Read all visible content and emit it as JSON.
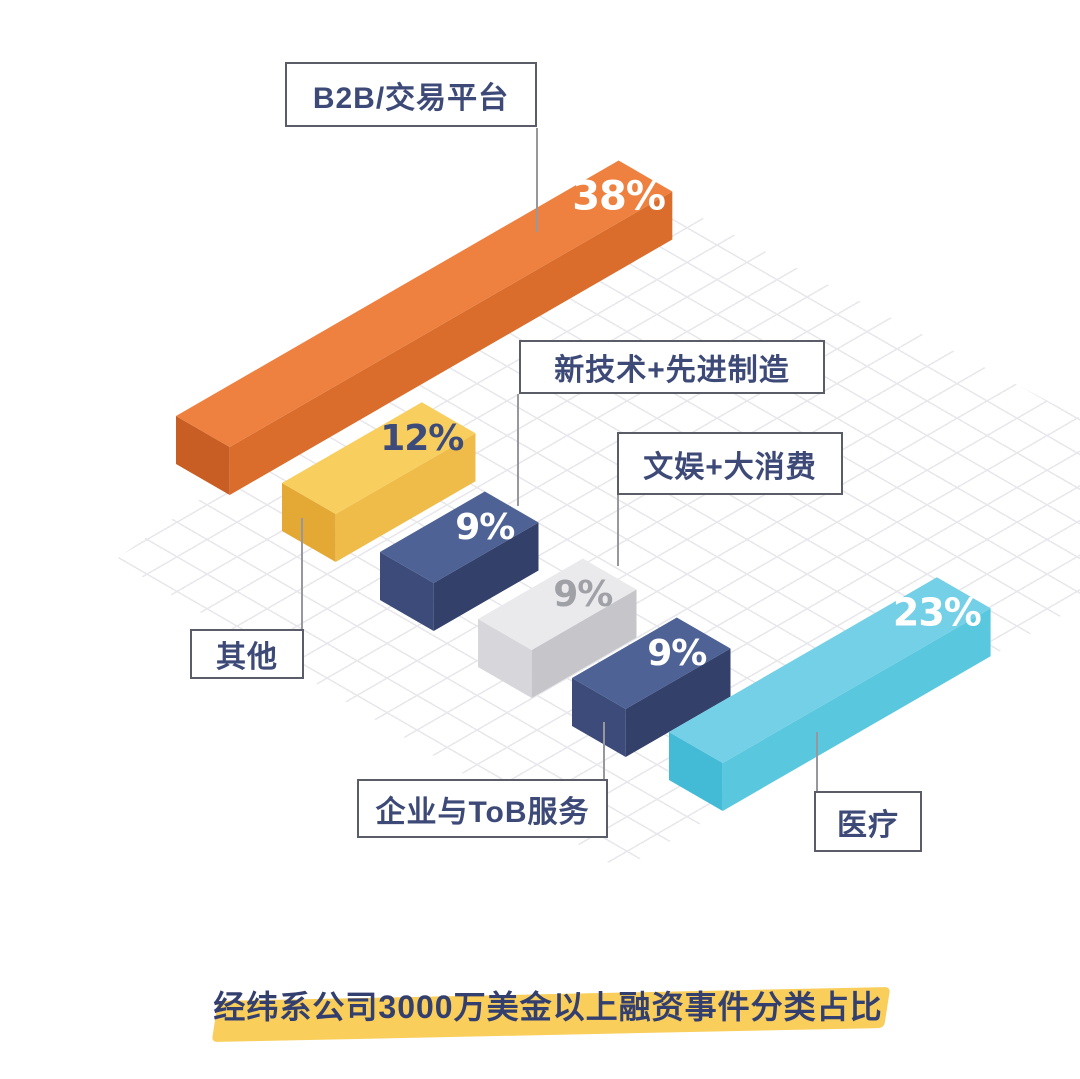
{
  "title": {
    "text": "经纬系公司3000万美金以上融资事件分类占比"
  },
  "chart_data": {
    "type": "bar",
    "variant": "isometric-3d",
    "unit": "%",
    "title": "经纬系公司3000万美金以上融资事件分类占比",
    "categories": [
      "B2B/交易平台",
      "其他",
      "新技术+先进制造",
      "文娱+大消费",
      "企业与ToB服务",
      "医疗"
    ],
    "values": [
      38,
      12,
      9,
      9,
      9,
      23
    ],
    "legend": "none",
    "grid": "isometric-diamond",
    "bars": [
      {
        "id": "b2b",
        "label": "B2B/交易平台",
        "value": 38,
        "value_label": "38%",
        "colors": {
          "top": "#EE8140",
          "cap": "#C95E24",
          "side": "#DA6C2C"
        },
        "value_text_color": "#FFFFFF"
      },
      {
        "id": "other",
        "label": "其他",
        "value": 12,
        "value_label": "12%",
        "colors": {
          "top": "#F8CE5E",
          "cap": "#E3A934",
          "side": "#EFBC49"
        },
        "value_text_color": "#3D4B7A"
      },
      {
        "id": "tech",
        "label": "新技术+先进制造",
        "value": 9,
        "value_label": "9%",
        "colors": {
          "top": "#4E6295",
          "cap": "#3C4B79",
          "side": "#32406A"
        },
        "value_text_color": "#FFFFFF"
      },
      {
        "id": "ent",
        "label": "文娱+大消费",
        "value": 9,
        "value_label": "9%",
        "colors": {
          "top": "#EAEAED",
          "cap": "#D7D7DB",
          "side": "#C5C5CA"
        },
        "value_text_color": "#A0A1A7"
      },
      {
        "id": "tob",
        "label": "企业与ToB服务",
        "value": 9,
        "value_label": "9%",
        "colors": {
          "top": "#4E6295",
          "cap": "#3C4B79",
          "side": "#32406A"
        },
        "value_text_color": "#FFFFFF"
      },
      {
        "id": "med",
        "label": "医疗",
        "value": 23,
        "value_label": "23%",
        "colors": {
          "top": "#74D0E6",
          "cap": "#43BBD7",
          "side": "#59C8DF"
        },
        "value_text_color": "#FFFFFF"
      }
    ]
  },
  "style": {
    "background": "#FFFFFF",
    "grid_line_color": "#E7E7EC",
    "label_box_border_color": "#5A5C68",
    "label_box_bg": "#FFFFFF",
    "label_text_color": "#3D4A78",
    "leader_line_color": "#97979D",
    "title_text_color": "#333F6E",
    "title_highlight_color": "#F9CE5A"
  }
}
